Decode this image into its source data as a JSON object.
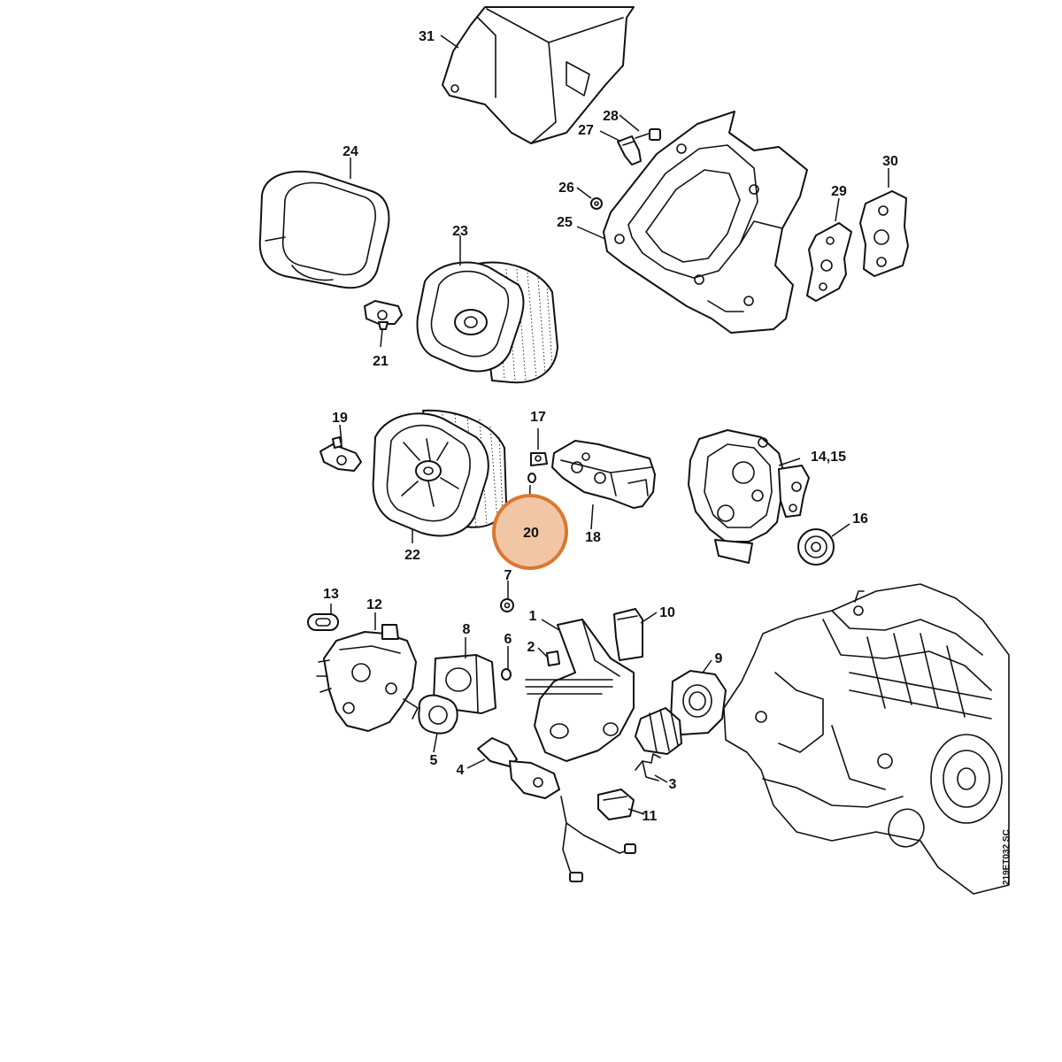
{
  "diagram": {
    "highlight_color": "#f2c6a5",
    "highlight_border": "#d9782f",
    "reference_code": "219ET032 SC",
    "highlighted_part": "20",
    "parts": [
      {
        "label": "31",
        "name": "shroud"
      },
      {
        "label": "28",
        "name": "screw"
      },
      {
        "label": "27",
        "name": "clip"
      },
      {
        "label": "24",
        "name": "prefilter-sleeve"
      },
      {
        "label": "30",
        "name": "plate"
      },
      {
        "label": "26",
        "name": "nut"
      },
      {
        "label": "29",
        "name": "plate"
      },
      {
        "label": "25",
        "name": "filter-housing"
      },
      {
        "label": "23",
        "name": "air-filter"
      },
      {
        "label": "21",
        "name": "wing-nut"
      },
      {
        "label": "19",
        "name": "wing-nut"
      },
      {
        "label": "17",
        "name": "nut"
      },
      {
        "label": "14,15",
        "name": "base-plate"
      },
      {
        "label": "20",
        "name": "washer"
      },
      {
        "label": "16",
        "name": "grommet"
      },
      {
        "label": "22",
        "name": "air-filter"
      },
      {
        "label": "18",
        "name": "cover"
      },
      {
        "label": "7",
        "name": "washer"
      },
      {
        "label": "13",
        "name": "gasket"
      },
      {
        "label": "12",
        "name": "carburetor"
      },
      {
        "label": "1",
        "name": "bracket"
      },
      {
        "label": "10",
        "name": "baffle"
      },
      {
        "label": "8",
        "name": "spacer"
      },
      {
        "label": "6",
        "name": "washer"
      },
      {
        "label": "2",
        "name": "plug"
      },
      {
        "label": "9",
        "name": "intake-manifold"
      },
      {
        "label": "5",
        "name": "gasket"
      },
      {
        "label": "4",
        "name": "lever"
      },
      {
        "label": "3",
        "name": "spring"
      },
      {
        "label": "11",
        "name": "cap"
      }
    ]
  }
}
